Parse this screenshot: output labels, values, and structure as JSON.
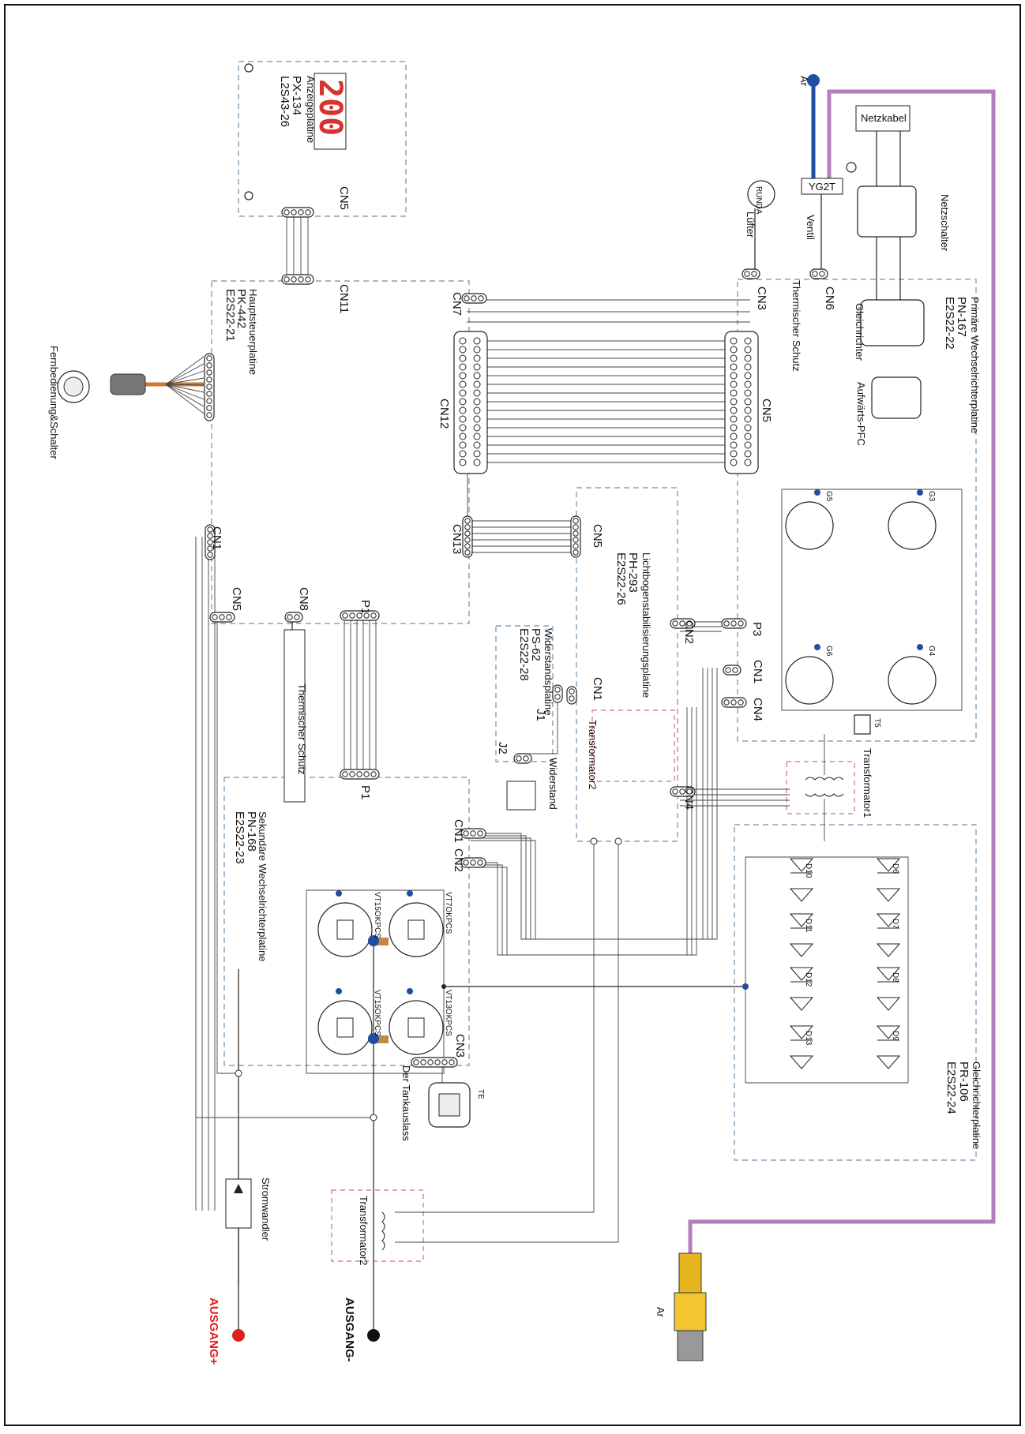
{
  "colors": {
    "argon_line": "#1f4ea3",
    "ground_line": "#b57cbf",
    "output_plus": "#e0201c",
    "output_minus": "#111111",
    "display_digits": "#d6332e",
    "board_outline": "#6f8fb0",
    "transformer_outline": "#d06b8a",
    "remote_cable": "#cc7a2a"
  },
  "display": {
    "digits": "200",
    "title": "Anzeigeplatine",
    "model": "PX-134",
    "code": "L2S43-26",
    "connector": "CN5"
  },
  "main_control": {
    "title": "Hauptsteuerplatine",
    "model": "PK-442",
    "code": "E2S22-21",
    "connectors": {
      "cn11": "CN11",
      "cn1": "CN1",
      "cn5": "CN5",
      "cn8": "CN8"
    }
  },
  "remote": {
    "label": "Fernbedienung&Schalter"
  },
  "primary_inverter": {
    "title": "Primäre Wechselrichterplatine",
    "model": "PN-167",
    "code": "E2S22-22",
    "connectors": {
      "cn3": "CN3",
      "cn6": "CN6",
      "cn5": "CN5",
      "cn2": "CN2",
      "cn1": "CN1",
      "cn4": "CN4",
      "cn4b": "CN4"
    },
    "thermal_label": "Thermischer Schutz",
    "rectifier_label": "Gleichrichter",
    "pfc_label": "Aufwärts-PFC",
    "igbt_labels": [
      "G5",
      "G3",
      "G6",
      "G4"
    ],
    "thermistor": "T5"
  },
  "cn7_label": "CN7",
  "cn12_label": "CN12",
  "cn13_label": "CN13",
  "mains": {
    "cable": "Netzkabel",
    "switch": "Netzschalter"
  },
  "gas": {
    "argon": "Ar",
    "argon_out": "Ar",
    "valve_code": "YG2T",
    "valve": "Ventil",
    "fan": "Lüfter",
    "fan_badge": "RUNDA"
  },
  "arc_stabilizer": {
    "title": "Lichtbogenstabilisierungsplatine",
    "model": "PH-293",
    "code": "E2S22-26",
    "connectors": {
      "cn5": "CN5",
      "p3": "P3",
      "cn1": "CN1"
    },
    "transformer": "Transformator2"
  },
  "resistor_board": {
    "title": "Widerstandsplatine",
    "model": "PS-62",
    "code": "E2S22-28",
    "j1": "J1",
    "j2": "J2",
    "resistor": "Widerstand"
  },
  "secondary_inverter": {
    "title": "Sekundäre Wechselrichterplatine",
    "model": "PN-168",
    "code": "E2S22-23",
    "connectors": {
      "cn1": "CN1",
      "cn2": "CN2",
      "cn3": "CN3",
      "p1a": "P1",
      "p1b": "P1"
    },
    "thermal_label": "Thermischer Schutz",
    "mosfets": [
      "VT15OKPCS",
      "VT7OKPCS",
      "VT15OKPCS",
      "VT13OKPCS"
    ]
  },
  "rectifier_board": {
    "title": "Gleichrichterplatine",
    "model": "PR-106",
    "code": "E2S22-24",
    "diodes": [
      "D10",
      "D11",
      "D12",
      "D13",
      "D6",
      "D7",
      "D8",
      "D9"
    ]
  },
  "transformer1": "Transformator1",
  "transformer2": "Transformator2",
  "tank": {
    "label": "Der Tankauslass",
    "sensor": "TE"
  },
  "current_sensor": "Stromwandler",
  "output": {
    "plus": "AUSGANG+",
    "minus": "AUSGANG-"
  }
}
